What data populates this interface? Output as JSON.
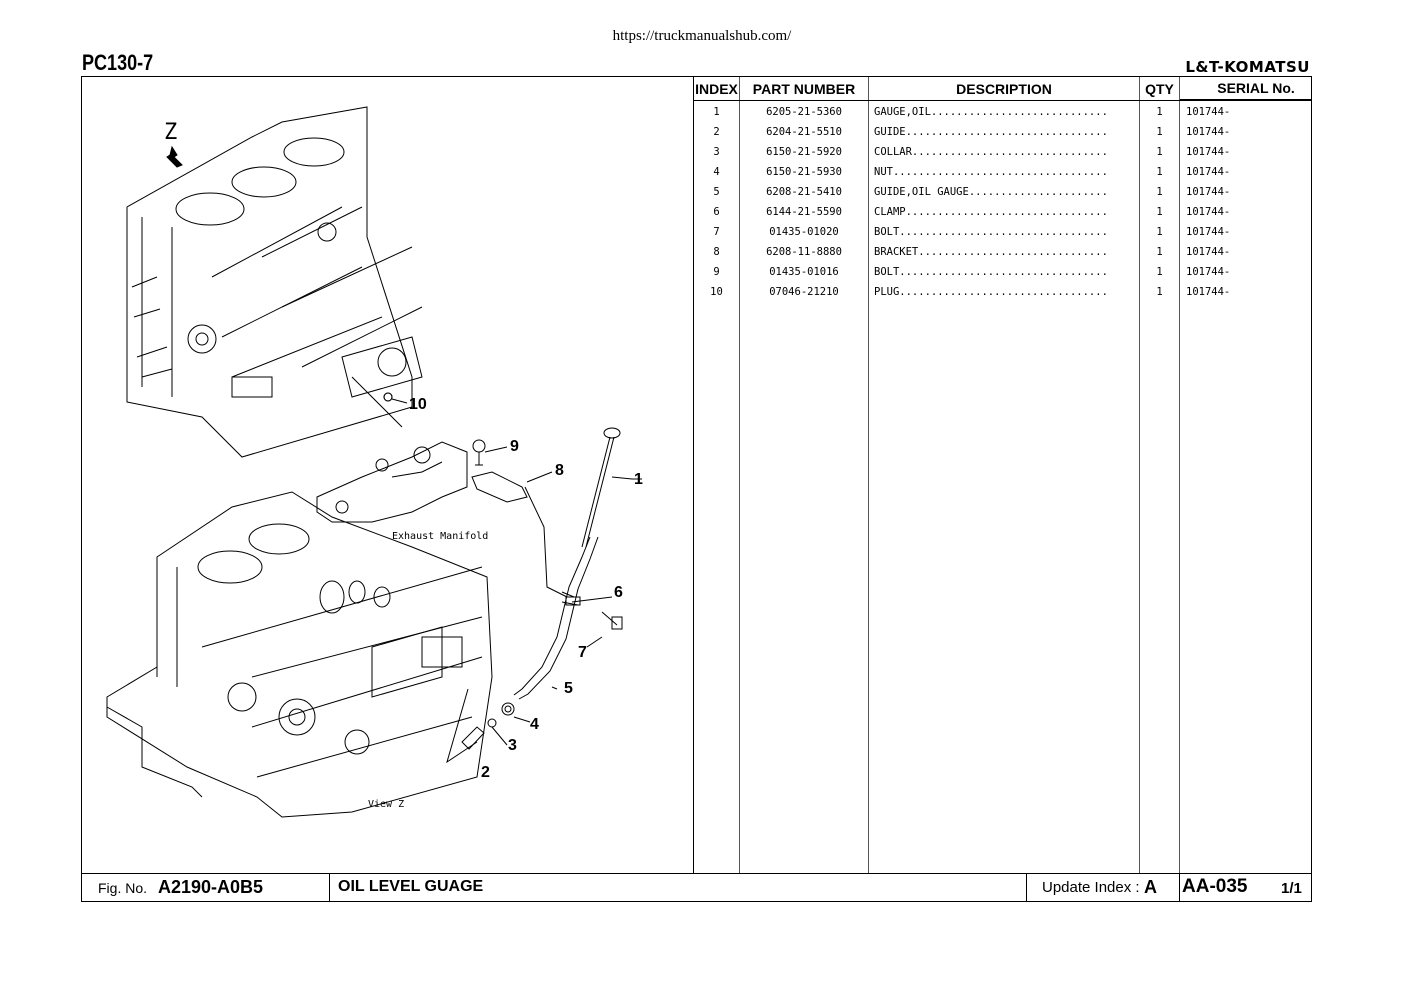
{
  "header": {
    "url": "https://truckmanualshub.com/",
    "model": "PC130-7",
    "brand": "L&T-KOMATSU"
  },
  "diagram": {
    "view_letter": "Z",
    "manifold_label": "Exhaust Manifold",
    "view_label": "View Z",
    "callouts": [
      "1",
      "2",
      "3",
      "4",
      "5",
      "6",
      "7",
      "8",
      "9",
      "10"
    ]
  },
  "table": {
    "headers": {
      "index": "INDEX",
      "part_number": "PART NUMBER",
      "description": "DESCRIPTION",
      "qty": "QTY",
      "serial": "SERIAL No."
    },
    "rows": [
      {
        "index": "1",
        "part": "6205-21-5360",
        "desc": "GAUGE,OIL............................",
        "qty": "1",
        "serial": "101744-"
      },
      {
        "index": "2",
        "part": "6204-21-5510",
        "desc": "GUIDE................................",
        "qty": "1",
        "serial": "101744-"
      },
      {
        "index": "3",
        "part": "6150-21-5920",
        "desc": "COLLAR...............................",
        "qty": "1",
        "serial": "101744-"
      },
      {
        "index": "4",
        "part": "6150-21-5930",
        "desc": "NUT..................................",
        "qty": "1",
        "serial": "101744-"
      },
      {
        "index": "5",
        "part": "6208-21-5410",
        "desc": "GUIDE,OIL GAUGE......................",
        "qty": "1",
        "serial": "101744-"
      },
      {
        "index": "6",
        "part": "6144-21-5590",
        "desc": "CLAMP................................",
        "qty": "1",
        "serial": "101744-"
      },
      {
        "index": "7",
        "part": "01435-01020",
        "desc": "BOLT.................................",
        "qty": "1",
        "serial": "101744-"
      },
      {
        "index": "8",
        "part": "6208-11-8880",
        "desc": "BRACKET..............................",
        "qty": "1",
        "serial": "101744-"
      },
      {
        "index": "9",
        "part": "01435-01016",
        "desc": "BOLT.................................",
        "qty": "1",
        "serial": "101744-"
      },
      {
        "index": "10",
        "part": "07046-21210",
        "desc": "PLUG.................................",
        "qty": "1",
        "serial": "101744-"
      }
    ]
  },
  "footer": {
    "fig_label": "Fig. No.",
    "fig_number": "A2190-A0B5",
    "title": "OIL LEVEL GUAGE",
    "update_label": "Update Index :",
    "update_value": "A",
    "page_code": "AA-035",
    "page_count": "1/1"
  }
}
